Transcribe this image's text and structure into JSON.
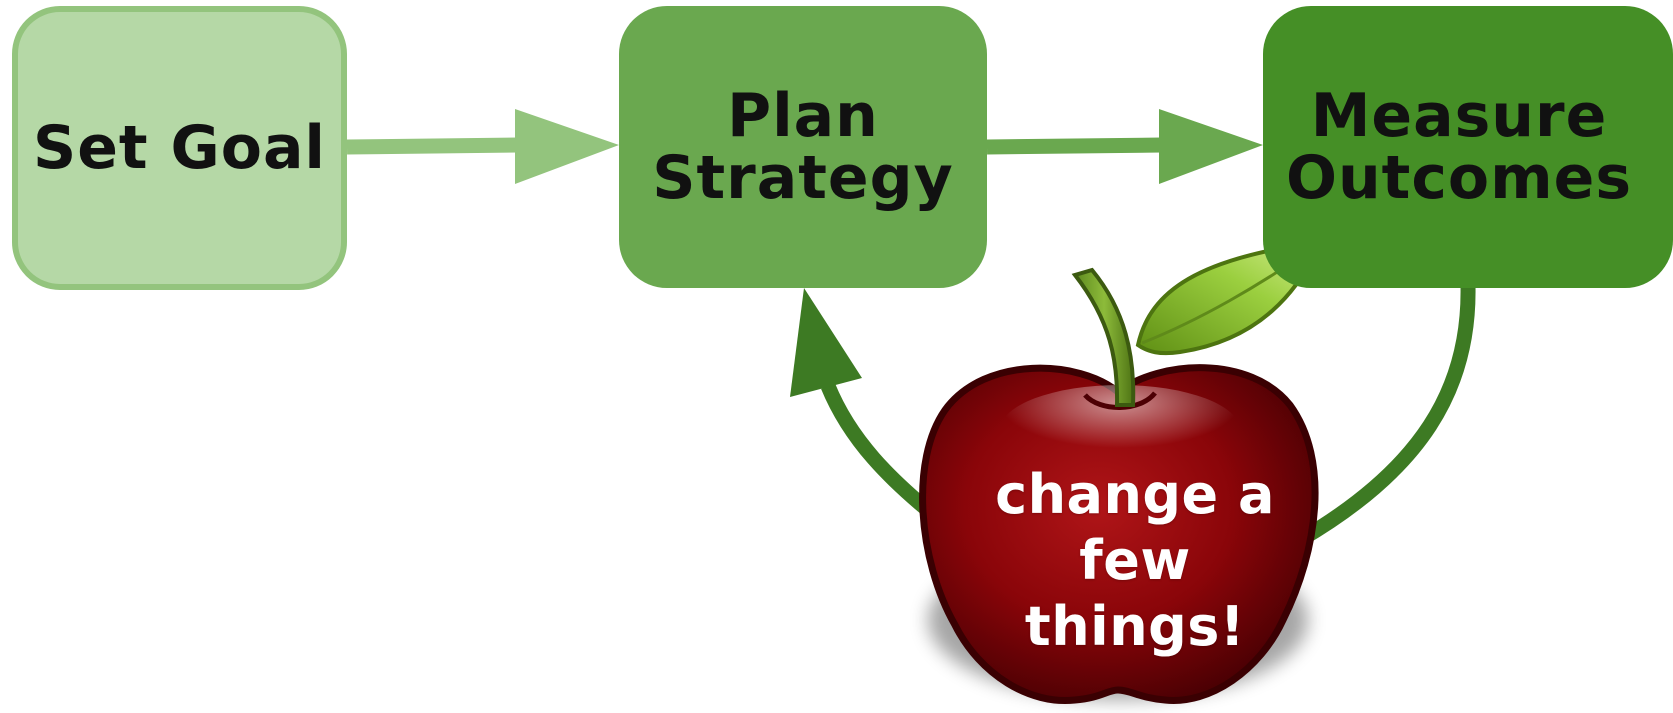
{
  "steps": [
    {
      "label": "Set Goal"
    },
    {
      "label": "Plan Strategy"
    },
    {
      "label": "Measure Outcomes"
    }
  ],
  "feedback": {
    "label": "change a few things!"
  },
  "colors": {
    "step_goal_fill": "#b5d8a6",
    "step_goal_border": "#93c47d",
    "step_plan_fill": "#6aa84f",
    "step_measure_fill": "#458f26",
    "arrow_light": "#93c47d",
    "loop_arrow": "#3d7a23",
    "apple": "#8b0000",
    "leaf": "#7fb32b"
  },
  "icons": {
    "feedback_icon": "apple-icon"
  }
}
